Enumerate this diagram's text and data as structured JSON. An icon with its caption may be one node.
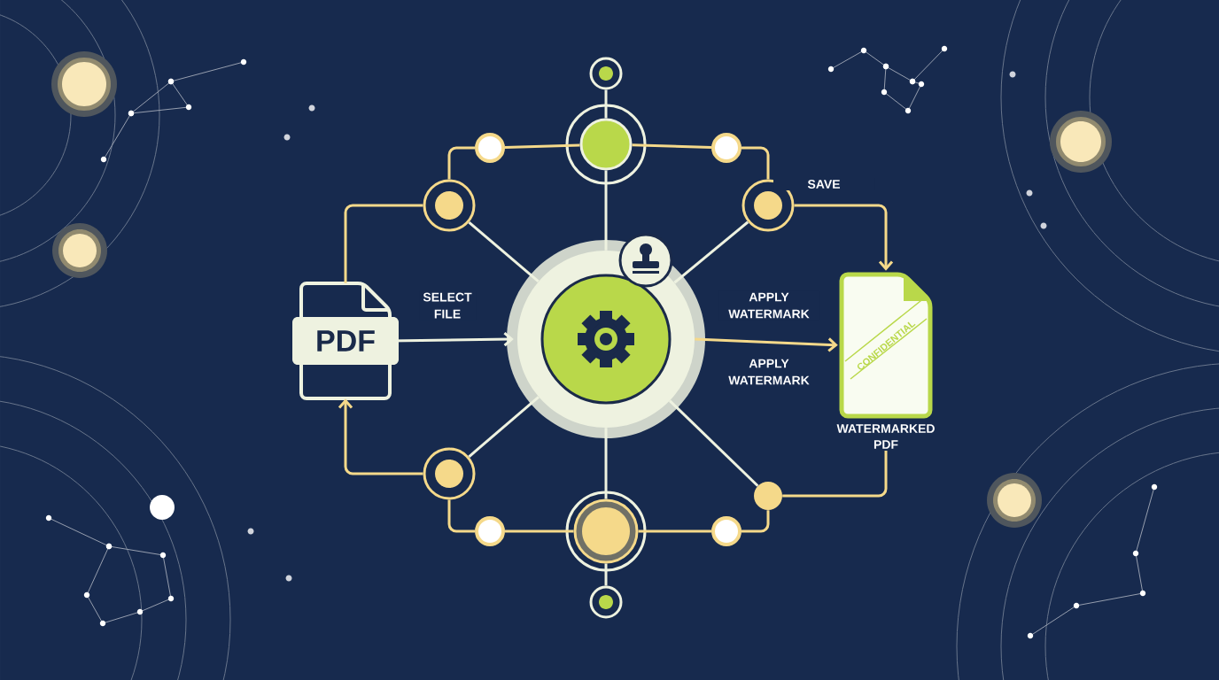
{
  "diagram": {
    "nodes": [
      {
        "text": [
          "PDF"
        ]
      },
      {
        "text": [],
        "shape": "circle"
      },
      {
        "text": [
          "CONFIDENTIAL"
        ],
        "beside": [
          "WATERMARKED PDF"
        ]
      },
      {
        "text": [],
        "shape": "circle"
      },
      {
        "text": [],
        "shape": "circle"
      },
      {
        "text": [],
        "shape": "circle"
      },
      {
        "text": [],
        "shape": "circle"
      },
      {
        "text": [],
        "shape": "circle"
      },
      {
        "text": [],
        "shape": "circle"
      },
      {
        "text": [],
        "shape": "circle"
      },
      {
        "text": [],
        "shape": "circle"
      },
      {
        "text": [],
        "shape": "circle"
      },
      {
        "text": [],
        "shape": "circle"
      },
      {
        "text": [],
        "shape": "circle"
      },
      {
        "text": [],
        "shape": "circle"
      }
    ],
    "edges": [
      {
        "from": 0,
        "to": 1,
        "arrow": "to",
        "label": "SELECT FILE",
        "color": "#eef2e0"
      },
      {
        "from": 1,
        "to": 2,
        "arrow": "to",
        "label": "APPLY WATERMARK"
      },
      {
        "from": 4,
        "to": 2,
        "arrow": "to",
        "label": "SAVE"
      },
      {
        "from": 6,
        "to": 2,
        "arrow": "none"
      },
      {
        "from": 3,
        "to": 0,
        "arrow": "none"
      },
      {
        "from": 5,
        "to": 0,
        "arrow": "to"
      },
      {
        "from": 1,
        "to": 3,
        "arrow": "none",
        "color": "#eef2e0"
      },
      {
        "from": 1,
        "to": 4,
        "arrow": "none",
        "color": "#eef2e0"
      },
      {
        "from": 1,
        "to": 5,
        "arrow": "none",
        "color": "#eef2e0"
      },
      {
        "from": 1,
        "to": 6,
        "arrow": "none",
        "color": "#eef2e0"
      },
      {
        "from": 1,
        "to": 7,
        "arrow": "none",
        "color": "#eef2e0"
      },
      {
        "from": 1,
        "to": 8,
        "arrow": "none",
        "color": "#eef2e0"
      },
      {
        "from": 7,
        "to": 9,
        "arrow": "none",
        "color": "#eef2e0"
      },
      {
        "from": 8,
        "to": 10,
        "arrow": "none",
        "color": "#eef2e0"
      },
      {
        "from": 3,
        "to": 11,
        "arrow": "none"
      },
      {
        "from": 11,
        "to": 7,
        "arrow": "none"
      },
      {
        "from": 7,
        "to": 12,
        "arrow": "none"
      },
      {
        "from": 12,
        "to": 4,
        "arrow": "none"
      },
      {
        "from": 5,
        "to": 13,
        "arrow": "none"
      },
      {
        "from": 13,
        "to": 8,
        "arrow": "none"
      },
      {
        "from": 8,
        "to": 14,
        "arrow": "none"
      },
      {
        "from": 14,
        "to": 6,
        "arrow": "none"
      }
    ],
    "labels": [
      "APPLY WATERMARK"
    ]
  }
}
